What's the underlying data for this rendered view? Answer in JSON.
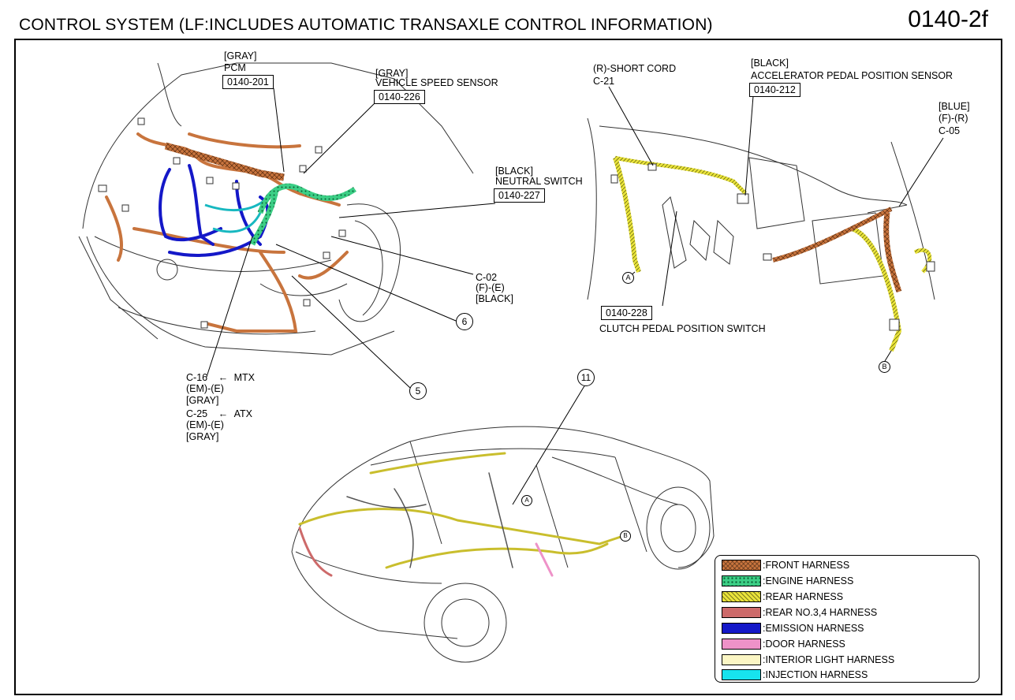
{
  "header": {
    "title": "CONTROL SYSTEM (LF:INCLUDES AUTOMATIC TRANSAXLE CONTROL INFORMATION)",
    "page_code": "0140-2f"
  },
  "engine_bay": {
    "pcm": {
      "color": "[GRAY]",
      "name": "PCM",
      "ref": "0140-201"
    },
    "vss": {
      "color": "[GRAY]",
      "name": "VEHICLE SPEED SENSOR",
      "ref": "0140-226"
    },
    "neutral": {
      "color": "[BLACK]",
      "name": "NEUTRAL SWITCH",
      "ref": "0140-227"
    },
    "c02": {
      "code": "C-02",
      "type": "(F)-(E)",
      "color": "[BLACK]"
    },
    "c16": {
      "code": "C-16",
      "arrow": "←",
      "trans": "MTX",
      "type": "(EM)-(E)",
      "color": "[GRAY]"
    },
    "c25": {
      "code": "C-25",
      "arrow": "←",
      "trans": "ATX",
      "type": "(EM)-(E)",
      "color": "[GRAY]"
    },
    "callout_6": "6",
    "callout_5": "5"
  },
  "interior": {
    "short_cord": {
      "name": "(R)-SHORT CORD",
      "code": "C-21"
    },
    "appsensor": {
      "color": "[BLACK]",
      "name": "ACCELERATOR PEDAL POSITION SENSOR",
      "ref": "0140-212"
    },
    "c05": {
      "color": "[BLUE]",
      "type": "(F)-(R)",
      "code": "C-05"
    },
    "clutch": {
      "ref": "0140-228",
      "name": "CLUTCH PEDAL POSITION SWITCH"
    },
    "mark_a": "A",
    "mark_b": "B"
  },
  "vehicle": {
    "callout_11": "11",
    "mark_a": "A",
    "mark_b": "B"
  },
  "legend": [
    {
      "label": ":FRONT HARNESS",
      "style": "front"
    },
    {
      "label": ":ENGINE HARNESS",
      "style": "engine"
    },
    {
      "label": ":REAR HARNESS",
      "style": "rear"
    },
    {
      "label": ":REAR NO.3,4 HARNESS",
      "color": "#cd6a6a"
    },
    {
      "label": ":EMISSION HARNESS",
      "color": "#1418c8"
    },
    {
      "label": ":DOOR HARNESS",
      "color": "#ee92c8"
    },
    {
      "label": ":INTERIOR LIGHT HARNESS",
      "color": "#fbf6c4"
    },
    {
      "label": ":INJECTION HARNESS",
      "color": "#17e3ee"
    }
  ]
}
